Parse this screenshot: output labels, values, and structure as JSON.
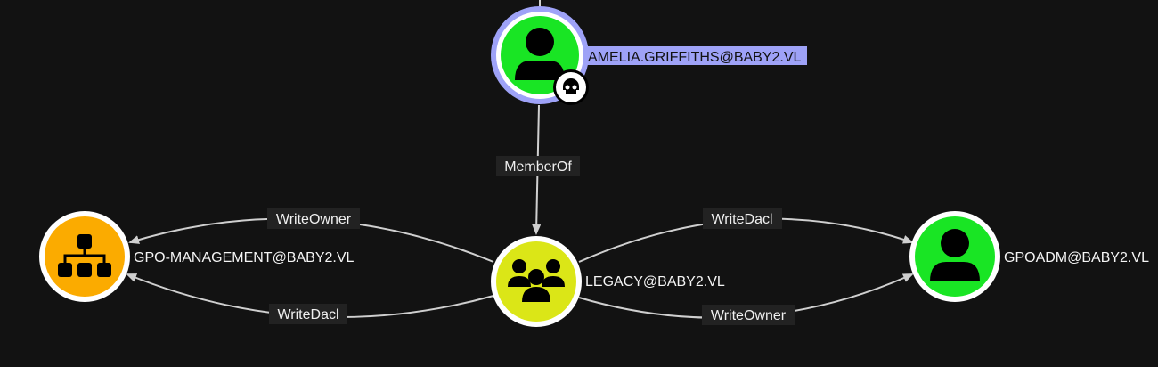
{
  "nodes": {
    "amelia": {
      "label": "AMELIA.GRIFFITHS@BABY2.VL",
      "type": "user",
      "color": "#19e524",
      "highlight": "#9ea2f7",
      "badge": "skull-icon"
    },
    "legacy": {
      "label": "LEGACY@BABY2.VL",
      "type": "group",
      "color": "#dbe617"
    },
    "gpo_management": {
      "label": "GPO-MANAGEMENT@BABY2.VL",
      "type": "ou",
      "color": "#fbab00"
    },
    "gpoadm": {
      "label": "GPOADM@BABY2.VL",
      "type": "user",
      "color": "#19e524"
    }
  },
  "edges": [
    {
      "from": "amelia",
      "to": "legacy",
      "label": "MemberOf"
    },
    {
      "from": "legacy",
      "to": "gpo_management",
      "label": "WriteOwner"
    },
    {
      "from": "legacy",
      "to": "gpo_management",
      "label": "WriteDacl"
    },
    {
      "from": "legacy",
      "to": "gpoadm",
      "label": "WriteDacl"
    },
    {
      "from": "legacy",
      "to": "gpoadm",
      "label": "WriteOwner"
    }
  ]
}
